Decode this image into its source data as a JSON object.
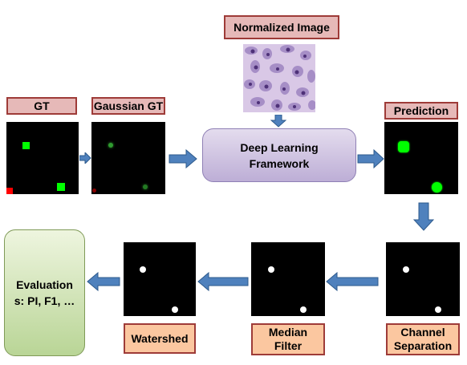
{
  "labels": {
    "normalized_image": "Normalized Image",
    "gt": "GT",
    "gaussian_gt": "Gaussian GT",
    "prediction": "Prediction",
    "deep_learning": "Deep Learning\nFramework",
    "evaluation": "Evaluation\ns: PI, F1, …",
    "watershed": "Watershed",
    "median_filter": "Median\nFilter",
    "channel_separation": "Channel\nSeparation"
  },
  "colors": {
    "arrow_fill": "#4f81bd",
    "arrow_stroke": "#2e5a8c",
    "green_marker": "#00ff00",
    "red_marker": "#ff0000",
    "white_marker": "#ffffff"
  }
}
